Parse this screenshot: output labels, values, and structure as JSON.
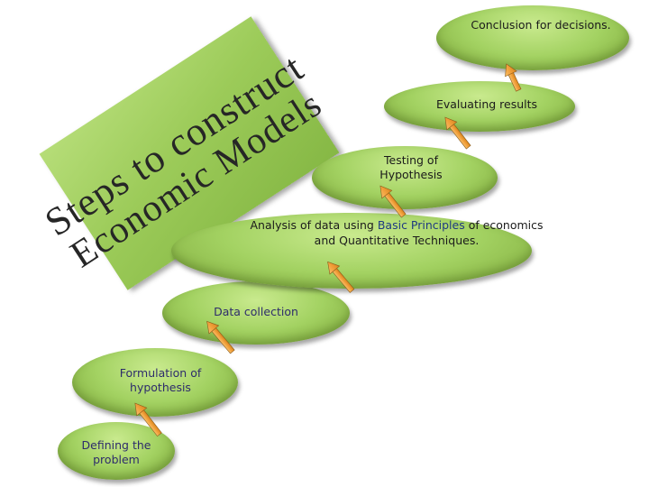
{
  "title": {
    "line1": "Steps to construct",
    "line2": "Economic Models"
  },
  "steps": [
    {
      "id": "defining",
      "text": "Defining the problem"
    },
    {
      "id": "formulation",
      "text": "Formulation of hypothesis"
    },
    {
      "id": "data_collection",
      "text": "Data collection"
    },
    {
      "id": "analysis",
      "text_before": "Analysis of data using ",
      "text_highlight": "Basic Principles",
      "text_after": " of economics and Quantitative Techniques."
    },
    {
      "id": "testing",
      "text": "Testing of Hypothesis"
    },
    {
      "id": "evaluating",
      "text": "Evaluating results"
    },
    {
      "id": "conclusion",
      "text": "Conclusion for decisions."
    }
  ],
  "colors": {
    "ellipse_fill": "#a3d262",
    "banner_fill": "#9ccb59",
    "arrow_fill": "#f2a03b",
    "highlight_text": "#1f3a80"
  }
}
